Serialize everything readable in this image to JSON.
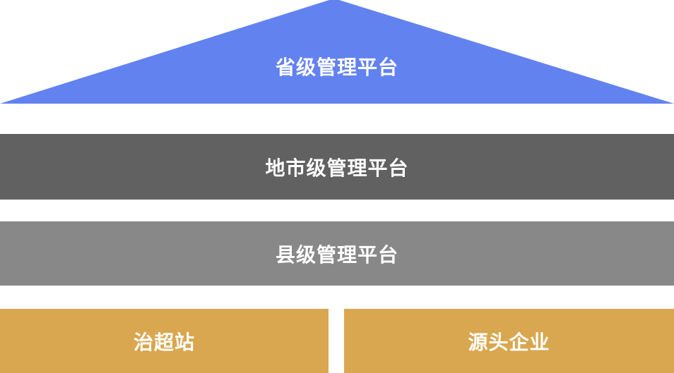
{
  "diagram": {
    "levels": [
      {
        "id": "province",
        "shape": "triangle",
        "label": "省级管理平台",
        "color": "#6282F0"
      },
      {
        "id": "city",
        "shape": "bar",
        "label": "地市级管理平台",
        "color": "#616161"
      },
      {
        "id": "county",
        "shape": "bar",
        "label": "县级管理平台",
        "color": "#888888"
      }
    ],
    "bottom_blocks": [
      {
        "id": "station",
        "label": "治超站",
        "color": "#D9A74F"
      },
      {
        "id": "enterprise",
        "label": "源头企业",
        "color": "#D9A74F"
      }
    ]
  },
  "colors": {
    "blue": "#6282F0",
    "dark-gray": "#616161",
    "mid-gray": "#888888",
    "gold": "#D9A74F",
    "text": "#FFFFFF",
    "background": "#FFFFFF"
  }
}
